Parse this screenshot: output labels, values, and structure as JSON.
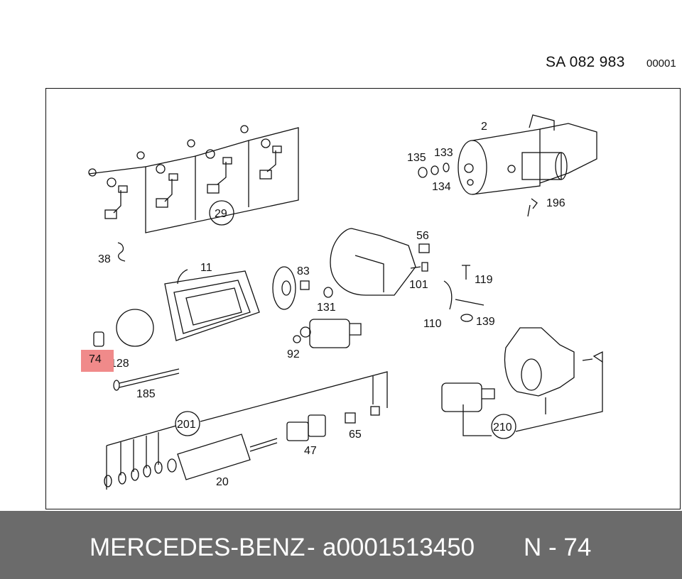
{
  "header": {
    "code": "SA 082 983",
    "sheet": "00001"
  },
  "highlight": {
    "label": "74"
  },
  "labels": {
    "l2": "2",
    "l135": "135",
    "l133": "133",
    "l134": "134",
    "l196": "196",
    "l29": "29",
    "l38": "38",
    "l56": "56",
    "l101": "101",
    "l119": "119",
    "l11": "11",
    "l83": "83",
    "l131": "131",
    "l110": "110",
    "l139": "139",
    "l92": "92",
    "l128": "128",
    "l185": "185",
    "l201": "201",
    "l65": "65",
    "l47": "47",
    "l210": "210",
    "l20": "20"
  },
  "footer": {
    "brand": "MERCEDES-BENZ",
    "separator": "-",
    "part_number": "a0001513450",
    "ref": "N - 74"
  }
}
